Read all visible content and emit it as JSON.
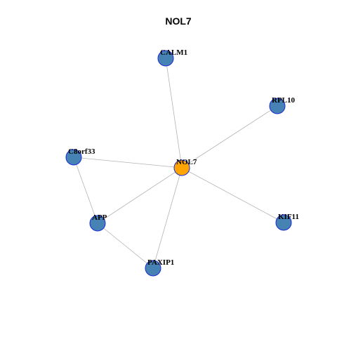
{
  "title": "NOL7",
  "colors": {
    "hub": "#FFA500",
    "neighbor": "#4682B4",
    "node_border": "#1A2BD6",
    "edge": "#B3B3B3"
  },
  "nodes": [
    {
      "id": "NOL7",
      "label": "NOL7",
      "role": "hub"
    },
    {
      "id": "CALM1",
      "label": "CALM1",
      "role": "neighbor"
    },
    {
      "id": "RPL10",
      "label": "RPL10",
      "role": "neighbor"
    },
    {
      "id": "C8orf33",
      "label": "C8orf33",
      "role": "neighbor"
    },
    {
      "id": "APP",
      "label": "APP",
      "role": "neighbor"
    },
    {
      "id": "KIF11",
      "label": "KIF11",
      "role": "neighbor"
    },
    {
      "id": "PAXIP1",
      "label": "PAXIP1",
      "role": "neighbor"
    }
  ],
  "edges": [
    {
      "source": "NOL7",
      "target": "CALM1"
    },
    {
      "source": "NOL7",
      "target": "RPL10"
    },
    {
      "source": "NOL7",
      "target": "C8orf33"
    },
    {
      "source": "NOL7",
      "target": "APP"
    },
    {
      "source": "NOL7",
      "target": "KIF11"
    },
    {
      "source": "NOL7",
      "target": "PAXIP1"
    },
    {
      "source": "C8orf33",
      "target": "APP"
    },
    {
      "source": "APP",
      "target": "PAXIP1"
    }
  ]
}
